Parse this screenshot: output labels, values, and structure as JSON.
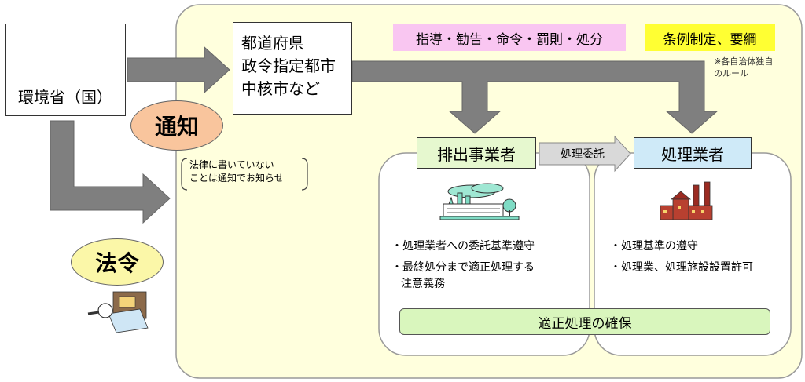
{
  "ministry": {
    "label": "環境省（国）"
  },
  "authority": {
    "lines": [
      "都道府県",
      "政令指定都市",
      "中核市など"
    ]
  },
  "notice_bubble": {
    "label": "通知"
  },
  "law_bubble": {
    "label": "法令"
  },
  "notice_note": {
    "lines": [
      "法律に書いていない",
      "ことは通知でお知らせ"
    ]
  },
  "enforcement_actions": {
    "label": "指導・勧告・命令・罰則・処分"
  },
  "ordinance": {
    "label": "条例制定、要綱"
  },
  "ordinance_note": {
    "lines": [
      "※各自治体独自",
      "のルール"
    ]
  },
  "generator": {
    "title": "排出事業者",
    "items": [
      {
        "line1": "・処理業者への委託基準遵守",
        "line2": ""
      },
      {
        "line1": "・最終処分まで適正処理する",
        "line2": "注意義務"
      }
    ]
  },
  "contract_arrow": {
    "label": "処理委託"
  },
  "processor": {
    "title": "処理業者",
    "items": [
      {
        "line1": "・処理基準の遵守"
      },
      {
        "line1": "・処理業、処理施設設置許可"
      }
    ]
  },
  "outcome": {
    "label": "適正処理の確保"
  },
  "colors": {
    "region_bg": "#ffffdd",
    "arrow_gray": "#7f7f7f",
    "notice_orange": "#f9c59d",
    "law_yellow": "#fbf7a8",
    "pink": "#f9c6f1",
    "ordinance_yellow": "#ffff33",
    "generator_green": "#e6f8cf",
    "processor_blue": "#cfeaf8",
    "outcome_green": "#d9f6bd"
  }
}
